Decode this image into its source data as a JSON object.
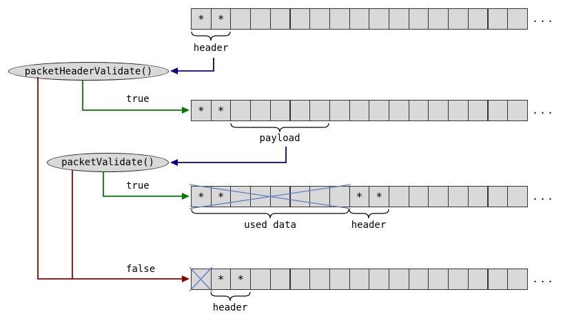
{
  "diagram": {
    "star": "*",
    "ellipsis": "...",
    "functions": {
      "packet_header_validate": "packetHeaderValidate()",
      "packet_validate": "packetValidate()"
    },
    "edge_labels": {
      "true_header": "true",
      "true_packet": "true",
      "false_both": "false"
    },
    "annotations": {
      "row1_header": "header",
      "row2_payload": "payload",
      "row3_used_data": "used data",
      "row3_header": "header",
      "row4_header": "header"
    },
    "rows": [
      {
        "cells": 17,
        "stars": [
          0,
          1
        ],
        "crossed": []
      },
      {
        "cells": 17,
        "stars": [
          0,
          1
        ],
        "crossed": []
      },
      {
        "cells": 17,
        "stars": [
          0,
          1,
          8,
          9
        ],
        "crossed": [
          {
            "start": 0,
            "end": 7
          }
        ]
      },
      {
        "cells": 17,
        "stars": [
          1,
          2
        ],
        "crossed": [
          {
            "start": 0,
            "end": 0
          }
        ]
      }
    ],
    "colors": {
      "cell_fill": "#d9d9d9",
      "node_fill": "#d9d9d9",
      "true_edge": "#007a00",
      "validate_edge": "#00008b",
      "false_edge": "#8b0000",
      "cross_mark": "#5b7fc4",
      "outline": "#333333"
    }
  }
}
